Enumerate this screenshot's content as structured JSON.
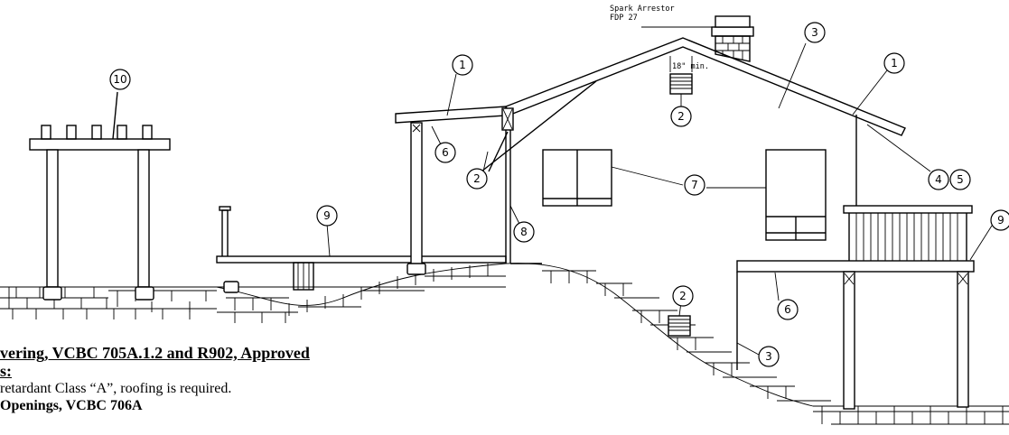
{
  "annotations": {
    "spark_arrestor_line1": "Spark Arrestor",
    "spark_arrestor_line2": "FDP 27",
    "clearance": "18\" min."
  },
  "callouts": [
    "10",
    "1",
    "6",
    "2",
    "3",
    "2",
    "1",
    "7",
    "4",
    "5",
    "8",
    "9",
    "9",
    "2",
    "6",
    "3"
  ],
  "notes": {
    "heading_line1": "vering, VCBC 705A.1.2 and R902, Approved",
    "heading_line2": "s:",
    "body_line1": "retardant Class “A”, roofing is required.",
    "body_line2": "Openings, VCBC 706A"
  }
}
